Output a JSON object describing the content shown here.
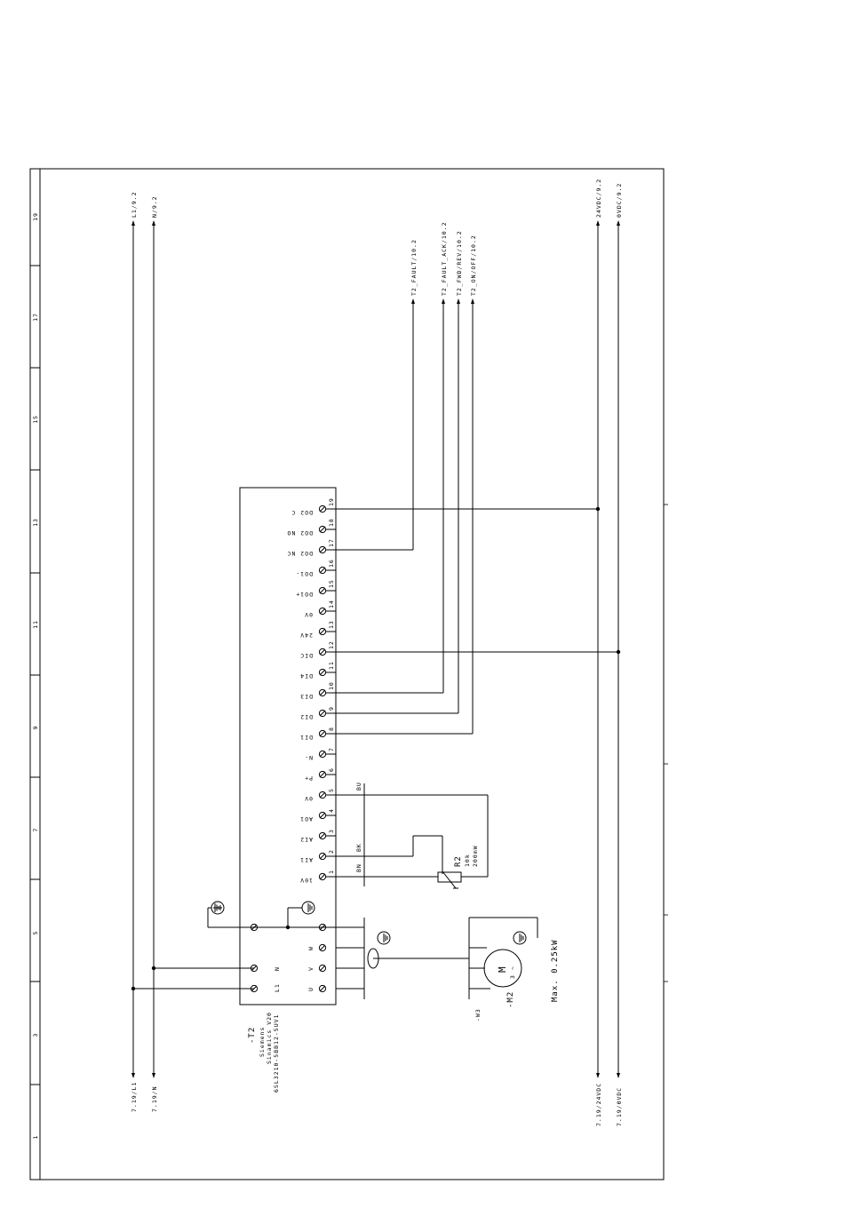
{
  "frame": {
    "column_numbers": [
      "1",
      "3",
      "5",
      "7",
      "9",
      "11",
      "13",
      "15",
      "17",
      "19"
    ]
  },
  "rails": {
    "l1_top": "L1/9.2",
    "n_top": "N/9.2",
    "l1_bottom": "7.19/L1",
    "n_bottom": "7.19/N",
    "v24_top": "24VDC/9.2",
    "v0_top": "0VDC/9.2",
    "v24_bottom": "7.19/24VDC",
    "v0_bottom": "7.19/0VDC"
  },
  "signals": {
    "fault": "T2_FAULT/10.2",
    "fault_ack": "T2_FAULT_ACK/10.2",
    "fwd_rev": "T2_FWD/REV/10.2",
    "on_off": "T2_ON/OFF/10.2"
  },
  "drive": {
    "tag": "-T2",
    "maker": "Siemens",
    "model": "Sinamics V20",
    "part": "6SL3210-5BB12-5UV1"
  },
  "terminals": [
    {
      "num": "1",
      "label": "10V"
    },
    {
      "num": "2",
      "label": "AI1"
    },
    {
      "num": "3",
      "label": "AI2"
    },
    {
      "num": "4",
      "label": "AO1"
    },
    {
      "num": "5",
      "label": "0V"
    },
    {
      "num": "6",
      "label": "P+"
    },
    {
      "num": "7",
      "label": "N-"
    },
    {
      "num": "8",
      "label": "DI1"
    },
    {
      "num": "9",
      "label": "DI2"
    },
    {
      "num": "10",
      "label": "DI3"
    },
    {
      "num": "11",
      "label": "DI4"
    },
    {
      "num": "12",
      "label": "DIC"
    },
    {
      "num": "13",
      "label": "24V"
    },
    {
      "num": "14",
      "label": "0V"
    },
    {
      "num": "15",
      "label": "DO1+"
    },
    {
      "num": "16",
      "label": "DO1-"
    },
    {
      "num": "17",
      "label": "DO2 NC"
    },
    {
      "num": "18",
      "label": "DO2 NO"
    },
    {
      "num": "19",
      "label": "DO2 C"
    }
  ],
  "power_terminals": {
    "in_l1": "L1",
    "in_n": "N",
    "out_u": "U",
    "out_v": "V",
    "out_w": "W"
  },
  "wire_colors": {
    "bu": "BU",
    "bk": "BK",
    "bn": "BN"
  },
  "potentiometer": {
    "tag": "R2",
    "value": "10k",
    "power": "200mW"
  },
  "cable": {
    "tag": "-W3"
  },
  "motor": {
    "tag": "-M2",
    "symbol": "M",
    "phases": "3",
    "ac": "~",
    "rating": "Max. 0.25kW"
  }
}
